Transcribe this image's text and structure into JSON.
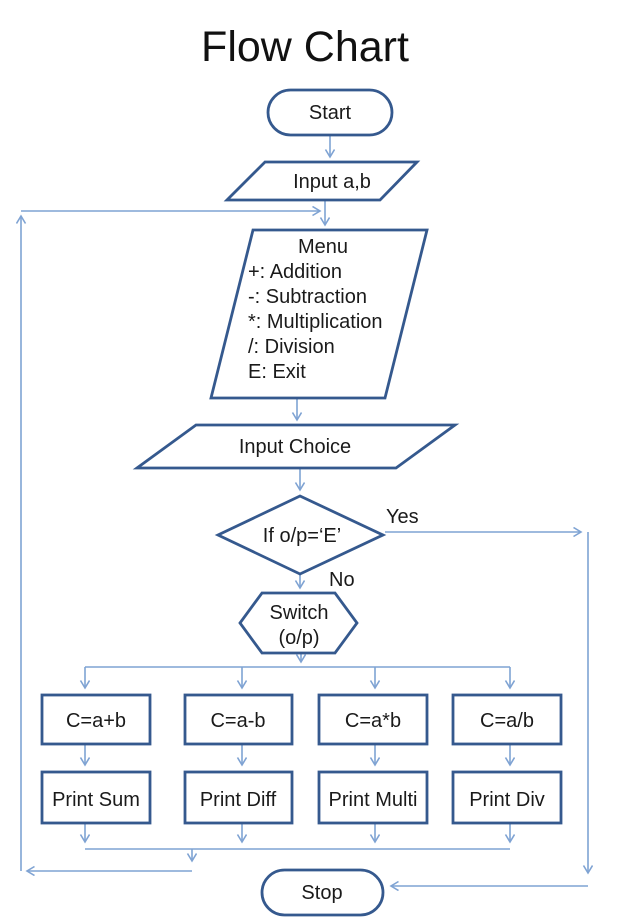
{
  "title": "Flow Chart",
  "colors": {
    "shape_border": "#35598E",
    "connector": "#7FA3D3",
    "text": "#1A1A1A"
  },
  "nodes": {
    "start": {
      "label": "Start"
    },
    "input_ab": {
      "label": "Input a,b"
    },
    "menu": {
      "title": "Menu",
      "lines": [
        "+: Addition",
        "-: Subtraction",
        "*: Multiplication",
        "/: Division",
        "E: Exit"
      ]
    },
    "input_choice": {
      "label": "Input Choice"
    },
    "decision": {
      "label": "If o/p=‘E’",
      "yes_label": "Yes",
      "no_label": "No"
    },
    "switch": {
      "line1": "Switch",
      "line2": "(o/p)"
    },
    "branches": [
      {
        "compute": "C=a+b",
        "print": "Print Sum"
      },
      {
        "compute": "C=a-b",
        "print": "Print Diff"
      },
      {
        "compute": "C=a*b",
        "print": "Print Multi"
      },
      {
        "compute": "C=a/b",
        "print": "Print Div"
      }
    ],
    "stop": {
      "label": "Stop"
    }
  }
}
